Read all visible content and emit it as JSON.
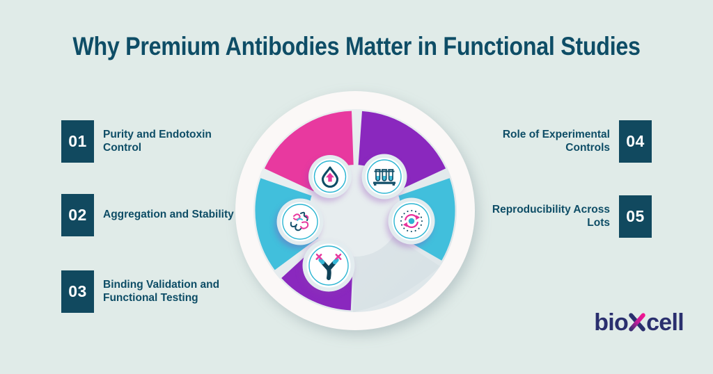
{
  "title": "Why Premium Antibodies Matter in Functional Studies",
  "items": [
    {
      "number": "01",
      "label": "Purity and Endotoxin\nControl",
      "side": "left"
    },
    {
      "number": "02",
      "label": "Aggregation and Stability",
      "side": "left"
    },
    {
      "number": "03",
      "label": "Binding Validation and\nFunctional Testing",
      "side": "left"
    },
    {
      "number": "04",
      "label": "Role of Experimental\nControls",
      "side": "right"
    },
    {
      "number": "05",
      "label": "Reproducibility Across\nLots",
      "side": "right"
    }
  ],
  "diagram": {
    "segments": [
      {
        "name": "segment-pink-top-left",
        "color": "#E8399F",
        "start_deg": 92,
        "end_deg": 155
      },
      {
        "name": "segment-purple-top-right",
        "color": "#8A28BE",
        "start_deg": 25,
        "end_deg": 86
      },
      {
        "name": "segment-cyan-right",
        "color": "#41BFDC",
        "start_deg": -30,
        "end_deg": 19
      },
      {
        "name": "segment-cyan-left",
        "color": "#41BFDC",
        "start_deg": 161,
        "end_deg": 216.5
      },
      {
        "name": "segment-purple-bottom",
        "color": "#8A28BE",
        "start_deg": 222.5,
        "end_deg": 267.5
      }
    ],
    "icons": [
      {
        "name": "droplet-icon",
        "meaning": "purity droplet with upward arrow"
      },
      {
        "name": "test-tubes-icon",
        "meaning": "rack of three test tubes"
      },
      {
        "name": "protein-aggregate-icon",
        "meaning": "tangled protein scribbles"
      },
      {
        "name": "cycle-arrows-icon",
        "meaning": "reproducibility cycle arrows with dotted ring"
      },
      {
        "name": "antibody-icon",
        "meaning": "Y-shaped antibody"
      }
    ],
    "colors": {
      "background": "#E0EBE8",
      "dark_teal": "#0E4D66",
      "number_box": "#11495F",
      "pink": "#E8399F",
      "purple": "#8A28BE",
      "cyan": "#41BFDC",
      "ring_white": "#FBF8F7",
      "badge_ring_cyan": "#2AB5D2"
    }
  },
  "logo": {
    "prefix": "bio",
    "x_letter": "x",
    "suffix": "cell",
    "navy": "#2A2F6E",
    "pink": "#F01590"
  }
}
